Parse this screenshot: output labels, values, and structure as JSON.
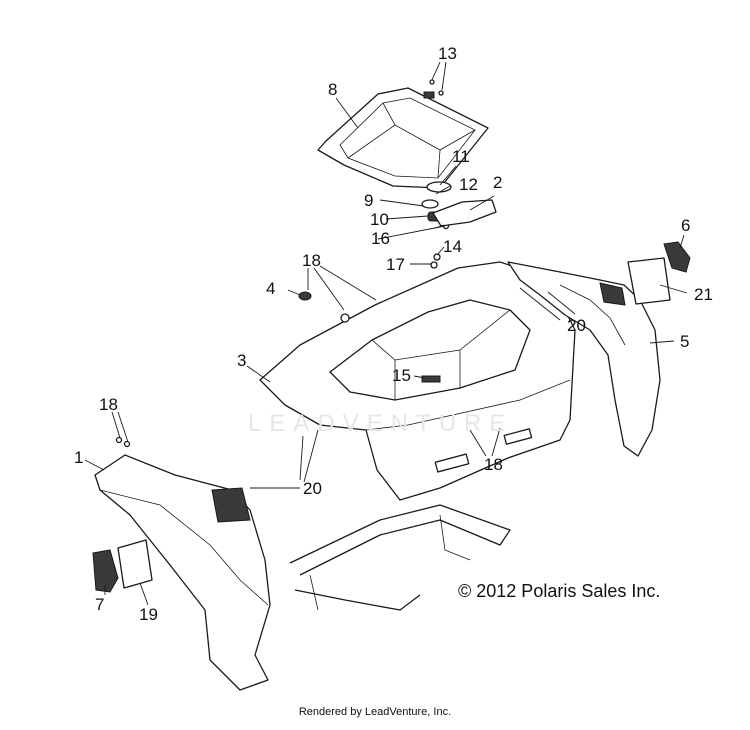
{
  "callouts": [
    {
      "id": "c1",
      "text": "1"
    },
    {
      "id": "c2",
      "text": "2"
    },
    {
      "id": "c3",
      "text": "3"
    },
    {
      "id": "c4",
      "text": "4"
    },
    {
      "id": "c5",
      "text": "5"
    },
    {
      "id": "c6",
      "text": "6"
    },
    {
      "id": "c7",
      "text": "7"
    },
    {
      "id": "c8",
      "text": "8"
    },
    {
      "id": "c9",
      "text": "9"
    },
    {
      "id": "c10",
      "text": "10"
    },
    {
      "id": "c11",
      "text": "11"
    },
    {
      "id": "c12",
      "text": "12"
    },
    {
      "id": "c13",
      "text": "13"
    },
    {
      "id": "c14",
      "text": "14"
    },
    {
      "id": "c15",
      "text": "15"
    },
    {
      "id": "c16",
      "text": "16"
    },
    {
      "id": "c17",
      "text": "17"
    },
    {
      "id": "c18a",
      "text": "18"
    },
    {
      "id": "c18b",
      "text": "18"
    },
    {
      "id": "c18c",
      "text": "18"
    },
    {
      "id": "c19",
      "text": "19"
    },
    {
      "id": "c20a",
      "text": "20"
    },
    {
      "id": "c20b",
      "text": "20"
    },
    {
      "id": "c21",
      "text": "21"
    }
  ],
  "copyright": "© 2012 Polaris Sales Inc.",
  "footer": "Rendered by LeadVenture, Inc.",
  "watermark": "LEADVENTURE"
}
